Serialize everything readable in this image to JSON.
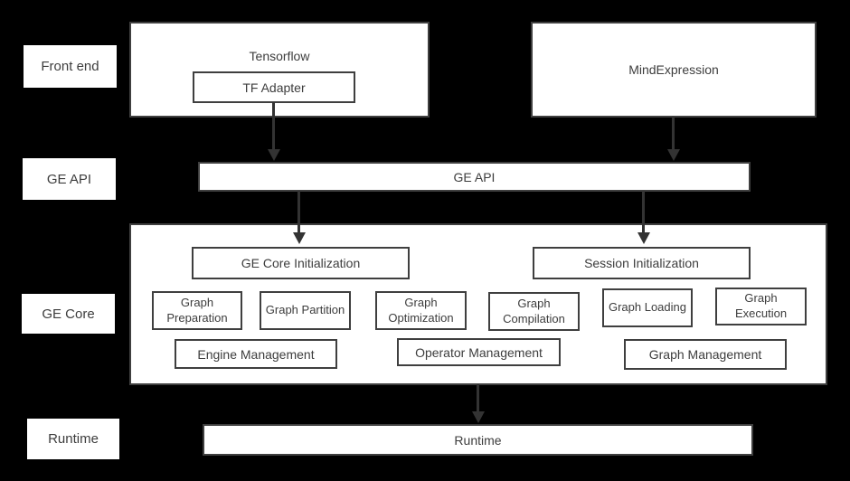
{
  "colors": {
    "background": "#000000",
    "box_fill": "#ffffff",
    "box_border": "#3f3f3f",
    "text": "#3d3d3d",
    "arrow": "#333333"
  },
  "row_labels": [
    {
      "label": "Front end"
    },
    {
      "label": "GE API"
    },
    {
      "label": "GE Core"
    },
    {
      "label": "Runtime"
    }
  ],
  "front_end": {
    "tensorflow_label": "Tensorflow",
    "tf_adapter_label": "TF Adapter",
    "mindexpression_label": "MindExpression"
  },
  "ge_api": {
    "label": "GE API"
  },
  "ge_core": {
    "init_label": "GE Core Initialization",
    "session_init_label": "Session Initialization",
    "modules": [
      {
        "label": "Graph Preparation"
      },
      {
        "label": "Graph Partition"
      },
      {
        "label": "Graph Optimization"
      },
      {
        "label": "Graph Compilation"
      },
      {
        "label": "Graph Loading"
      },
      {
        "label": "Graph Execution"
      }
    ],
    "managers": [
      {
        "label": "Engine Management"
      },
      {
        "label": "Operator Management"
      },
      {
        "label": "Graph Management"
      }
    ]
  },
  "runtime": {
    "label": "Runtime"
  }
}
